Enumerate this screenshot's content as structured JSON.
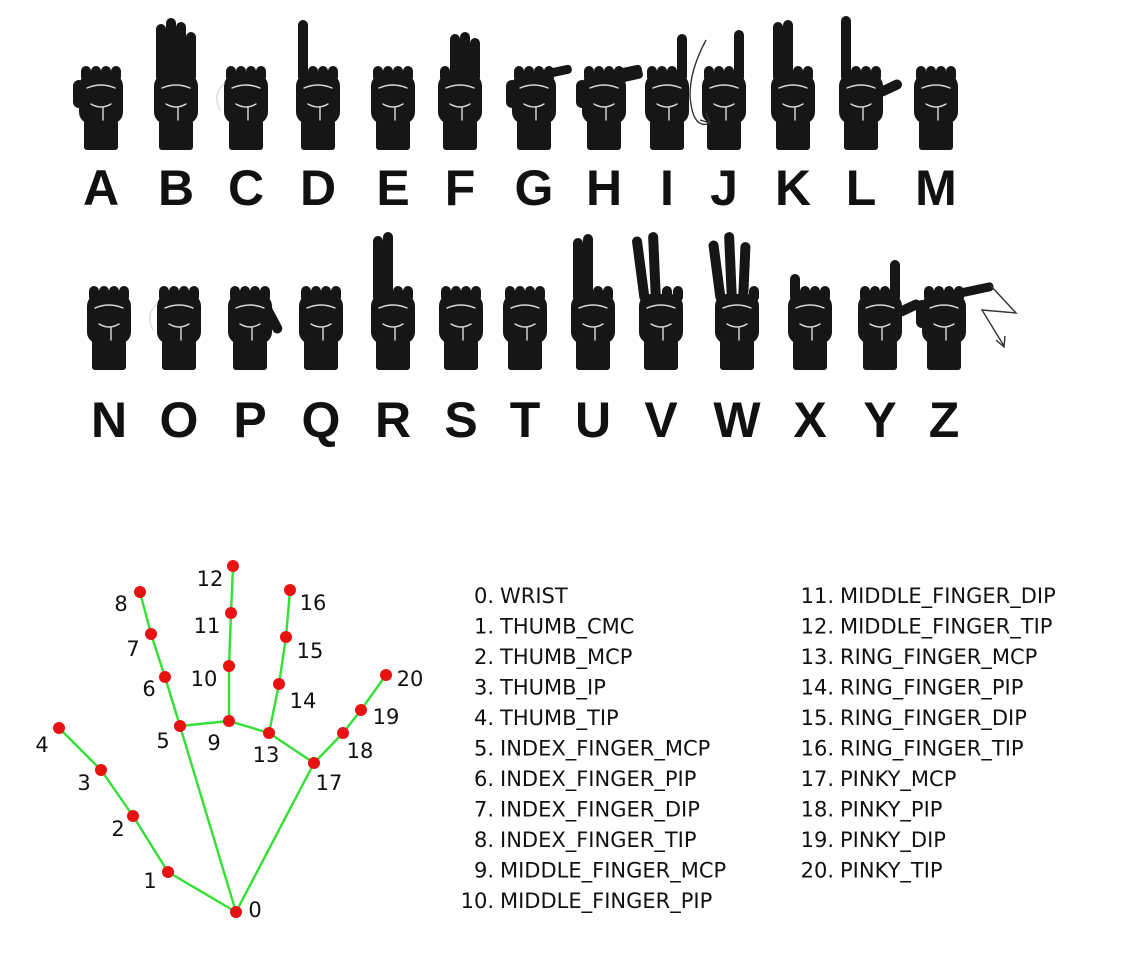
{
  "alphabet": {
    "row1": [
      "A",
      "B",
      "C",
      "D",
      "E",
      "F",
      "G",
      "H",
      "I",
      "J",
      "K",
      "L",
      "M"
    ],
    "row2": [
      "N",
      "O",
      "P",
      "Q",
      "R",
      "S",
      "T",
      "U",
      "V",
      "W",
      "X",
      "Y",
      "Z"
    ]
  },
  "landmarks": [
    {
      "id": "0",
      "name": "0. WRIST"
    },
    {
      "id": "1",
      "name": "1. THUMB_CMC"
    },
    {
      "id": "2",
      "name": "2. THUMB_MCP"
    },
    {
      "id": "3",
      "name": "3. THUMB_IP"
    },
    {
      "id": "4",
      "name": "4. THUMB_TIP"
    },
    {
      "id": "5",
      "name": "5. INDEX_FINGER_MCP"
    },
    {
      "id": "6",
      "name": "6. INDEX_FINGER_PIP"
    },
    {
      "id": "7",
      "name": "7. INDEX_FINGER_DIP"
    },
    {
      "id": "8",
      "name": "8. INDEX_FINGER_TIP"
    },
    {
      "id": "9",
      "name": "9. MIDDLE_FINGER_MCP"
    },
    {
      "id": "10",
      "name": "10. MIDDLE_FINGER_PIP"
    },
    {
      "id": "11",
      "name": "11. MIDDLE_FINGER_DIP"
    },
    {
      "id": "12",
      "name": "12. MIDDLE_FINGER_TIP"
    },
    {
      "id": "13",
      "name": "13. RING_FINGER_MCP"
    },
    {
      "id": "14",
      "name": "14. RING_FINGER_PIP"
    },
    {
      "id": "15",
      "name": "15. RING_FINGER_DIP"
    },
    {
      "id": "16",
      "name": "16. RING_FINGER_TIP"
    },
    {
      "id": "17",
      "name": "17. PINKY_MCP"
    },
    {
      "id": "18",
      "name": "18. PINKY_PIP"
    },
    {
      "id": "19",
      "name": "19. PINKY_DIP"
    },
    {
      "id": "20",
      "name": "20. PINKY_TIP"
    }
  ],
  "colors": {
    "bone": "#33e033",
    "joint": "#e81212",
    "ink": "#111111"
  }
}
